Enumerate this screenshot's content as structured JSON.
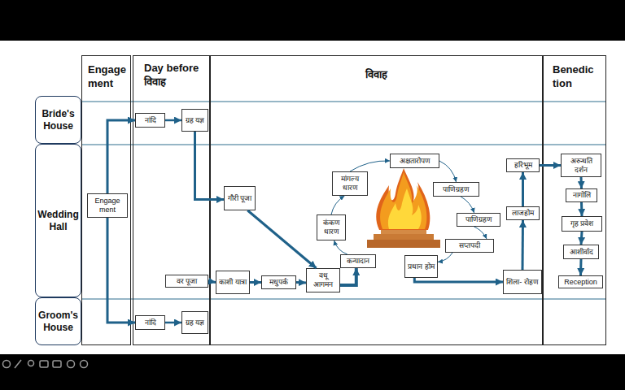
{
  "diagram": {
    "nodes": [
      {
        "text": [
          "Bride's House"
        ]
      },
      {
        "text": [
          "Wedding Hall"
        ]
      },
      {
        "text": [
          "Groom's House"
        ]
      },
      {
        "text": [
          "Engage ment"
        ]
      },
      {
        "text": [
          "Engage ment"
        ],
        "in": 3
      },
      {
        "text": [
          "Day before विवाह"
        ]
      },
      {
        "text": [
          "नांदि"
        ],
        "in": 5
      },
      {
        "text": [
          "ग्रह यज्ञ"
        ],
        "in": 5
      },
      {
        "text": [
          "वर पूजा"
        ],
        "in": 5
      },
      {
        "text": [
          "नांदि"
        ],
        "in": 5
      },
      {
        "text": [
          "ग्रह यज्ञ"
        ],
        "in": 5
      },
      {
        "text": [
          "विवाह"
        ]
      },
      {
        "text": [
          "गौरी पूजा"
        ],
        "in": 11
      },
      {
        "text": [
          "काशी यात्रा"
        ],
        "in": 11
      },
      {
        "text": [
          "मधुपर्क"
        ],
        "in": 11
      },
      {
        "text": [
          "वधू आगमन"
        ],
        "in": 11
      },
      {
        "text": [
          "कन्यादान"
        ],
        "in": 11
      },
      {
        "text": [
          "कंकण धारण"
        ],
        "in": 11
      },
      {
        "text": [
          "मांगल्य धारण"
        ],
        "in": 11
      },
      {
        "text": [
          "अक्षतारोपण"
        ],
        "in": 11
      },
      {
        "text": [
          "पाणिग्रहण"
        ],
        "in": 11
      },
      {
        "text": [
          "पाणिग्रहण"
        ],
        "in": 11
      },
      {
        "text": [
          "सप्तपदी"
        ],
        "in": 11
      },
      {
        "text": [
          "प्रधान होम"
        ],
        "in": 11
      },
      {
        "text": [
          "शिला- रोहण"
        ],
        "in": 11
      },
      {
        "text": [
          "लाजहोम"
        ],
        "in": 11
      },
      {
        "text": [
          "हरिभूम"
        ],
        "in": 11
      },
      {
        "text": [
          "Benedic tion"
        ]
      },
      {
        "text": [
          "अरुन्धति दर्शन"
        ],
        "in": 27
      },
      {
        "text": [
          "नागोलि"
        ],
        "in": 27
      },
      {
        "text": [
          "गृह प्रवेश"
        ],
        "in": 27
      },
      {
        "text": [
          "आशीर्वाद"
        ],
        "in": 27
      },
      {
        "text": [
          "Reception"
        ],
        "in": 27
      }
    ],
    "edges": [
      {
        "from": 4,
        "to": 6,
        "arrow": "to"
      },
      {
        "from": 4,
        "to": 9,
        "arrow": "to"
      },
      {
        "from": 6,
        "to": 7,
        "arrow": "to"
      },
      {
        "from": 9,
        "to": 10,
        "arrow": "to"
      },
      {
        "from": 7,
        "to": 12,
        "arrow": "to"
      },
      {
        "from": 12,
        "to": 15,
        "arrow": "to"
      },
      {
        "from": 8,
        "to": 13,
        "arrow": "to"
      },
      {
        "from": 13,
        "to": 14,
        "arrow": "to"
      },
      {
        "from": 14,
        "to": 15,
        "arrow": "to"
      },
      {
        "from": 15,
        "to": 16,
        "arrow": "to"
      },
      {
        "from": 16,
        "to": 17,
        "arrow": "to"
      },
      {
        "from": 17,
        "to": 18,
        "arrow": "to"
      },
      {
        "from": 18,
        "to": 19,
        "arrow": "to"
      },
      {
        "from": 19,
        "to": 20,
        "arrow": "to"
      },
      {
        "from": 20,
        "to": 21,
        "arrow": "to"
      },
      {
        "from": 21,
        "to": 22,
        "arrow": "to"
      },
      {
        "from": 22,
        "to": 23,
        "arrow": "to"
      },
      {
        "from": 23,
        "to": 24,
        "arrow": "to"
      },
      {
        "from": 24,
        "to": 25,
        "arrow": "to"
      },
      {
        "from": 25,
        "to": 26,
        "arrow": "to"
      },
      {
        "from": 26,
        "to": 28,
        "arrow": "to"
      },
      {
        "from": 28,
        "to": 29,
        "arrow": "to"
      },
      {
        "from": 29,
        "to": 30,
        "arrow": "to"
      },
      {
        "from": 30,
        "to": 31,
        "arrow": "to"
      },
      {
        "from": 31,
        "to": 32,
        "arrow": "to"
      }
    ]
  }
}
